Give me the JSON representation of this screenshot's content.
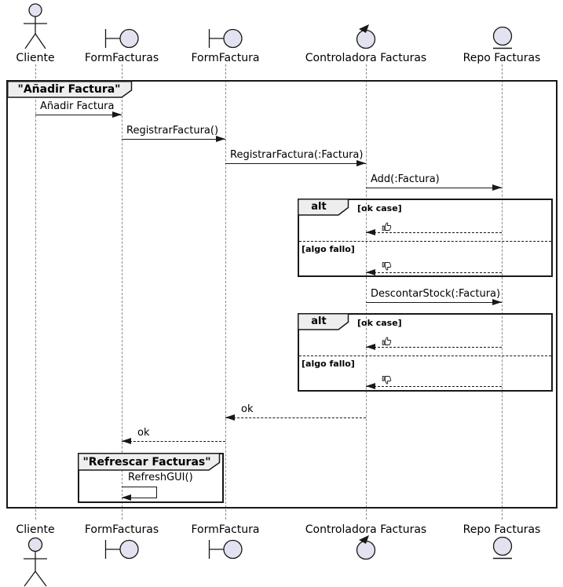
{
  "frame": {
    "title": "\"Añadir Factura\""
  },
  "participants": [
    {
      "label": "Cliente",
      "type": "actor"
    },
    {
      "label": "FormFacturas",
      "type": "boundary"
    },
    {
      "label": "FormFactura",
      "type": "boundary"
    },
    {
      "label": "Controladora Facturas",
      "type": "control"
    },
    {
      "label": "Repo Facturas",
      "type": "entity"
    }
  ],
  "messages": {
    "anadir_factura": "Añadir Factura",
    "registrar_factura": "RegistrarFactura()",
    "registrar_factura_arg": "RegistrarFactura(:Factura)",
    "add_factura": "Add(:Factura)",
    "descontar_stock": "DescontarStock(:Factura)",
    "ok_to_formfactura": "ok",
    "ok_to_formfacturas": "ok",
    "refresh_gui": "RefreshGUI()"
  },
  "fragments": {
    "operator": "alt",
    "guard_ok": "[ok case]",
    "guard_fail": "[algo fallo]",
    "result_ok_icon": "thumbs-up",
    "result_fail_icon": "thumbs-down"
  },
  "group": {
    "title": "\"Refrescar Facturas\""
  },
  "colors": {
    "shape_fill": "#E2E2F0",
    "label_bg": "#EEEEEE",
    "line": "#181818",
    "lifeline": "#8A8A8A",
    "background": "#FFFFFF"
  }
}
